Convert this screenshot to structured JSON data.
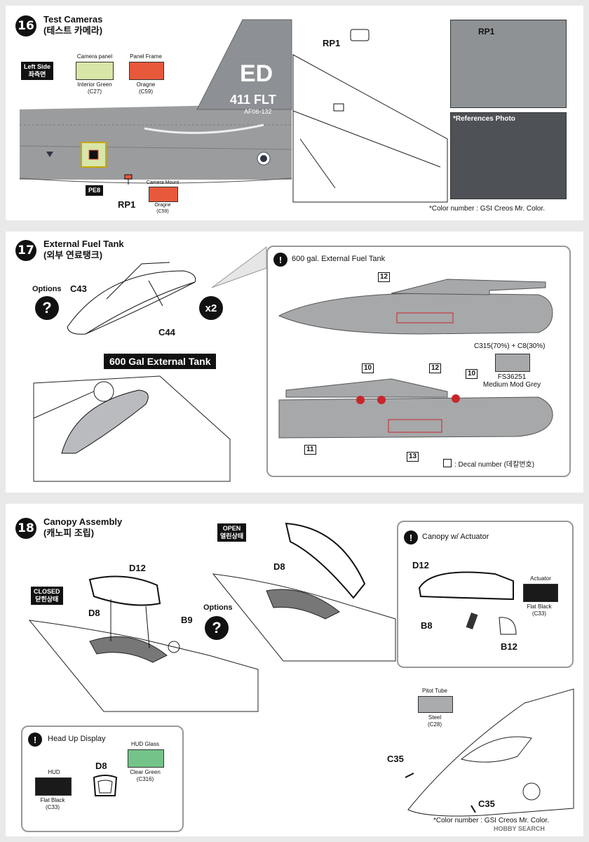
{
  "step16": {
    "number": "16",
    "title": "Test Cameras",
    "subtitle": "(테스트 카메라)",
    "side_tag_line1": "Left Side",
    "side_tag_line2": "좌측면",
    "camera_panel_label": "Camera panel",
    "camera_panel_color_name": "Interior Green",
    "camera_panel_color_code": "(C27)",
    "panel_frame_label": "Panel Frame",
    "panel_frame_color_name": "Oragne",
    "panel_frame_color_code": "(C59)",
    "tail_letters": "ED",
    "tail_unit": "411 FLT",
    "tail_serial": "AF06-132",
    "pe8_tag": "PE8",
    "rp1_label": "RP1",
    "camera_mount_label": "Camera Mount",
    "camera_mount_color_name": "Oragne",
    "camera_mount_color_code": "(C59)",
    "rp1_label_right": "RP1",
    "inset_rp1_label": "RP1",
    "reference_photo_label": "*References Photo",
    "color_note": "*Color number : GSI Creos Mr. Color."
  },
  "step17": {
    "number": "17",
    "title": "External Fuel Tank",
    "subtitle": "(외부 연료탱크)",
    "options_label": "Options",
    "options_symbol": "?",
    "part_c43": "C43",
    "part_c44": "C44",
    "times_label": "x2",
    "banner": "600 Gal External Tank",
    "callout_title": "600 gal. External Fuel Tank",
    "callout_symbol": "!",
    "decal_12_top": "12",
    "decal_10_a": "10",
    "decal_12_bottom": "12",
    "decal_10_b": "10",
    "decal_11": "11",
    "decal_13": "13",
    "mix_formula": "C315(70%) + C8(30%)",
    "fs_code": "FS36251",
    "fs_name": "Medium Mod Grey",
    "decal_note": ": Decal number (데칼번호)"
  },
  "step18": {
    "number": "18",
    "title": "Canopy Assembly",
    "subtitle": "(캐노피 조립)",
    "closed_tag_line1": "CLOSED",
    "closed_tag_line2": "닫힌상태",
    "open_tag_line1": "OPEN",
    "open_tag_line2": "열린상태",
    "part_d12": "D12",
    "part_d8": "D8",
    "part_b9": "B9",
    "part_d8_open": "D8",
    "options_label": "Options",
    "options_symbol": "?",
    "actuator_box_title": "Canopy w/ Actuator",
    "actuator_box_symbol": "!",
    "actuator_d12": "D12",
    "actuator_b8": "B8",
    "actuator_b12": "B12",
    "actuator_label": "Actuator",
    "actuator_color_name": "Flat Black",
    "actuator_color_code": "(C33)",
    "pitot_label": "Pitot Tube",
    "pitot_color_name": "Steel",
    "pitot_color_code": "(C28)",
    "c35_a": "C35",
    "c35_b": "C35",
    "hud_box_title": "Head Up Display",
    "hud_box_symbol": "!",
    "hud_label": "HUD",
    "hud_color_name": "Flat Black",
    "hud_color_code": "(C33)",
    "hud_part": "D8",
    "hud_glass_label": "HUD Glass",
    "hud_glass_color_name": "Clear Green",
    "hud_glass_color_code": "(C316)",
    "color_note": "*Color number : GSI Creos Mr. Color.",
    "watermark": "HOBBY SEARCH"
  },
  "colors": {
    "interior_green": "#d8e6a8",
    "orange": "#e8583a",
    "flat_black": "#1a1a1a",
    "steel": "#a9abad",
    "medium_mod_grey": "#a6a8aa",
    "clear_green": "#74c48a",
    "aircraft_grey": "#9a9c9e",
    "decal_red": "#c8262a"
  }
}
